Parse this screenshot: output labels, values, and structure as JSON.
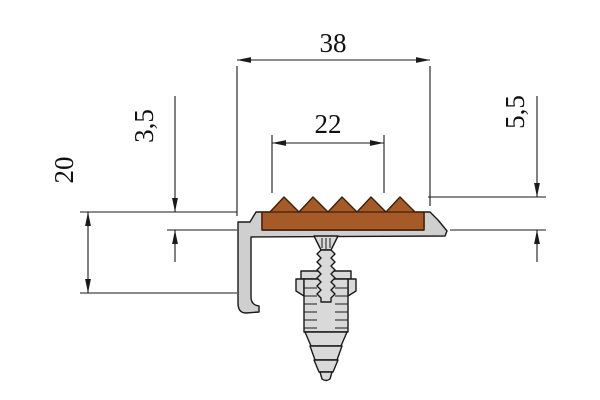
{
  "drawing": {
    "description": "Cross-section technical drawing of an anti-slip stair nosing angle profile with insert, countersunk screw and ribbed wall plug",
    "dimensions": {
      "overall_width": "38",
      "insert_width": "22",
      "insert_thickness": "3,5",
      "insert_height": "5,5",
      "drop_leg_height": "20"
    },
    "colors": {
      "background": "#ffffff",
      "line": "#1a1a1a",
      "aluminum": "#cfcfcf",
      "insert": "#a55a28",
      "hardware": "#d9d9d9"
    }
  }
}
